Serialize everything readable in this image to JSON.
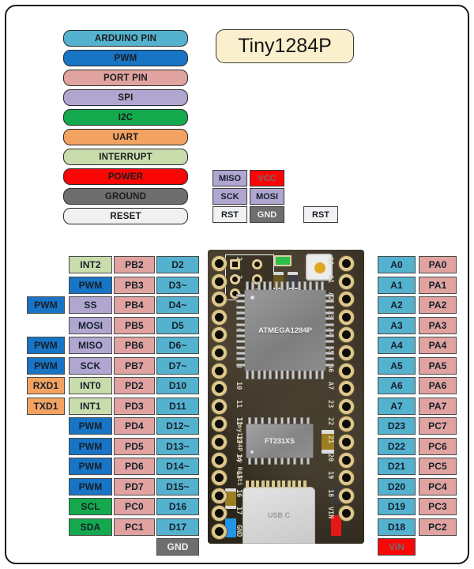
{
  "title": {
    "text": "Tiny1284P"
  },
  "legend": {
    "items": [
      {
        "label": "ARDUINO PIN",
        "color": "#54b2cf"
      },
      {
        "label": "PWM",
        "color": "#1874c4"
      },
      {
        "label": "PORT PIN",
        "color": "#e0a3a0"
      },
      {
        "label": "SPI",
        "color": "#b0a6d0"
      },
      {
        "label": "I2C",
        "color": "#14a94d"
      },
      {
        "label": "UART",
        "color": "#f2a261"
      },
      {
        "label": "INTERRUPT",
        "color": "#c9dcac"
      },
      {
        "label": "POWER",
        "color": "#fb0606"
      },
      {
        "label": "GROUND",
        "color": "#6e6e6e"
      },
      {
        "label": "RESET",
        "color": "#f1f1f1"
      }
    ]
  },
  "isp_header": {
    "cells": [
      {
        "label": "MISO",
        "color": "#b0a6d0",
        "text": "#15202b",
        "col": 0,
        "row": 0
      },
      {
        "label": "VCC",
        "color": "#fb0606",
        "text": "#6e6e6e",
        "col": 1,
        "row": 0
      },
      {
        "label": "SCK",
        "color": "#b0a6d0",
        "text": "#15202b",
        "col": 0,
        "row": 1
      },
      {
        "label": "MOSI",
        "color": "#b0a6d0",
        "text": "#15202b",
        "col": 1,
        "row": 1
      },
      {
        "label": "RST",
        "color": "#f1f1f1",
        "text": "#15202b",
        "col": 0,
        "row": 2
      },
      {
        "label": "GND",
        "color": "#6e6e6e",
        "text": "#efefef",
        "col": 1,
        "row": 2
      }
    ],
    "extra_reset": {
      "label": "RST",
      "color": "#f1f1f1",
      "text": "#15202b"
    }
  },
  "left_pins": {
    "rows": [
      {
        "c0": null,
        "c0c": null,
        "c1": "INT2",
        "c1c": "#c9dcac",
        "c2": "PB2",
        "c3": "D2"
      },
      {
        "c0": null,
        "c0c": null,
        "c1": "PWM",
        "c1c": "#1874c4",
        "c2": "PB3",
        "c3": "D3~"
      },
      {
        "c0": "PWM",
        "c0c": "#1874c4",
        "c1": "SS",
        "c1c": "#b0a6d0",
        "c2": "PB4",
        "c3": "D4~"
      },
      {
        "c0": null,
        "c0c": null,
        "c1": "MOSI",
        "c1c": "#b0a6d0",
        "c2": "PB5",
        "c3": "D5"
      },
      {
        "c0": "PWM",
        "c0c": "#1874c4",
        "c1": "MISO",
        "c1c": "#b0a6d0",
        "c2": "PB6",
        "c3": "D6~"
      },
      {
        "c0": "PWM",
        "c0c": "#1874c4",
        "c1": "SCK",
        "c1c": "#b0a6d0",
        "c2": "PB7",
        "c3": "D7~"
      },
      {
        "c0": "RXD1",
        "c0c": "#f2a261",
        "c1": "INT0",
        "c1c": "#c9dcac",
        "c2": "PD2",
        "c3": "D10"
      },
      {
        "c0": "TXD1",
        "c0c": "#f2a261",
        "c1": "INT1",
        "c1c": "#c9dcac",
        "c2": "PD3",
        "c3": "D11"
      },
      {
        "c0": null,
        "c0c": null,
        "c1": "PWM",
        "c1c": "#1874c4",
        "c2": "PD4",
        "c3": "D12~"
      },
      {
        "c0": null,
        "c0c": null,
        "c1": "PWM",
        "c1c": "#1874c4",
        "c2": "PD5",
        "c3": "D13~"
      },
      {
        "c0": null,
        "c0c": null,
        "c1": "PWM",
        "c1c": "#1874c4",
        "c2": "PD6",
        "c3": "D14~"
      },
      {
        "c0": null,
        "c0c": null,
        "c1": "PWM",
        "c1c": "#1874c4",
        "c2": "PD7",
        "c3": "D15~"
      },
      {
        "c0": null,
        "c0c": null,
        "c1": "SCL",
        "c1c": "#14a94d",
        "c2": "PC0",
        "c3": "D16"
      },
      {
        "c0": null,
        "c0c": null,
        "c1": "SDA",
        "c1c": "#14a94d",
        "c2": "PC1",
        "c3": "D17"
      }
    ],
    "ground": {
      "label": "GND",
      "color": "#6e6e6e",
      "text": "#efefef"
    }
  },
  "right_pins": {
    "rows": [
      {
        "arduino": "A0",
        "port": "PA0"
      },
      {
        "arduino": "A1",
        "port": "PA1"
      },
      {
        "arduino": "A2",
        "port": "PA2"
      },
      {
        "arduino": "A3",
        "port": "PA3"
      },
      {
        "arduino": "A4",
        "port": "PA4"
      },
      {
        "arduino": "A5",
        "port": "PA5"
      },
      {
        "arduino": "A6",
        "port": "PA6"
      },
      {
        "arduino": "A7",
        "port": "PA7"
      },
      {
        "arduino": "D23",
        "port": "PC7"
      },
      {
        "arduino": "D22",
        "port": "PC6"
      },
      {
        "arduino": "D21",
        "port": "PC5"
      },
      {
        "arduino": "D20",
        "port": "PC4"
      },
      {
        "arduino": "D19",
        "port": "PC3"
      },
      {
        "arduino": "D18",
        "port": "PC2"
      }
    ],
    "power": {
      "label": "ViN",
      "color": "#fb0606",
      "text": "#6e6e6e"
    }
  },
  "board": {
    "mcu_label": "ATMEGA1284P",
    "usb_interface_label": "FT231XS",
    "connector_label": "USB C",
    "silkscreen": "Tiny1284P by HaJti",
    "left_pad_labels": [
      "2",
      "3",
      "4",
      "5",
      "6",
      "7",
      "8",
      "10",
      "11",
      "12",
      "13",
      "14",
      "15",
      "16",
      "17",
      "GND"
    ],
    "right_pad_labels": [
      "A0",
      "A1",
      "A2",
      "A3",
      "A4",
      "A5",
      "A6",
      "A7",
      "23",
      "22",
      "21",
      "20",
      "19",
      "18",
      "VIN"
    ]
  },
  "colors": {
    "arduino_pin": "#54b2cf",
    "port_pin": "#e0a3a0",
    "pwm": "#1874c4",
    "spi": "#b0a6d0",
    "i2c": "#14a94d",
    "uart": "#f2a261",
    "interrupt": "#c9dcac",
    "power": "#fb0606",
    "ground": "#6e6e6e",
    "reset": "#f1f1f1"
  }
}
